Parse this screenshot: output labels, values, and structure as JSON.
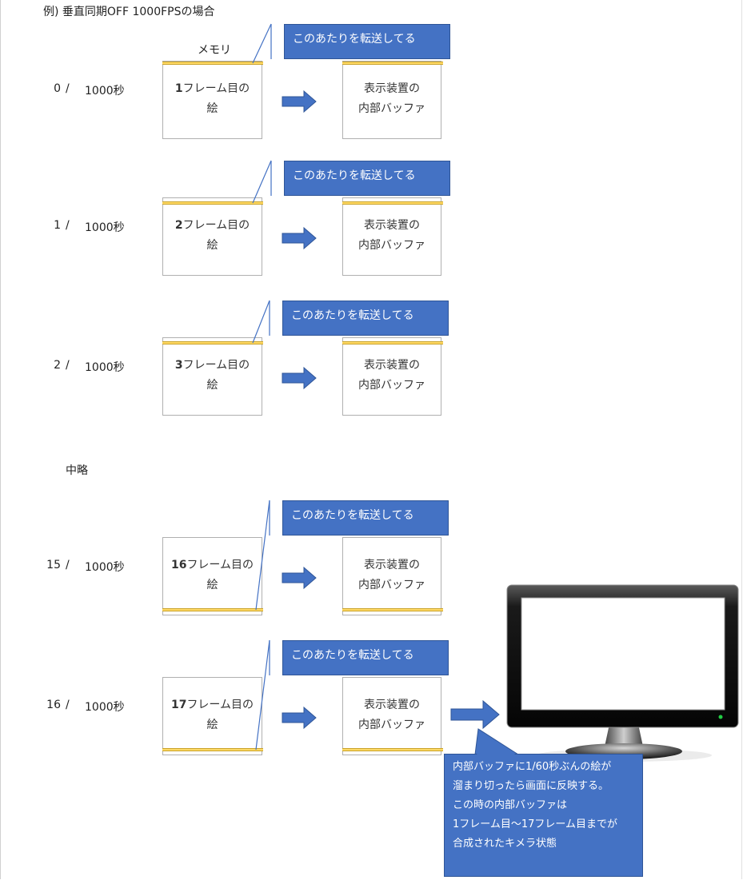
{
  "title": "例) 垂直同期OFF 1000FPSの場合",
  "memory_label": "メモリ",
  "omit_label": "中略",
  "time_slash": "/",
  "time_unit": "1000秒",
  "callout_text": "このあたりを転送してる",
  "buffer_text": {
    "line1": "表示装置の",
    "line2": "内部バッファ"
  },
  "frame_suffix": "フレーム目の",
  "frame_line2": "絵",
  "rows": [
    {
      "time": "0",
      "frame": "1"
    },
    {
      "time": "1",
      "frame": "2"
    },
    {
      "time": "2",
      "frame": "3"
    },
    {
      "time": "15",
      "frame": "16"
    },
    {
      "time": "16",
      "frame": "17"
    }
  ],
  "note": {
    "lines": [
      "内部バッファに1/60秒ぶんの絵が",
      "溜まり切ったら画面に反映する。",
      "この時の内部バッファは",
      "1フレーム目〜17フレーム目までが",
      "合成されたキメラ状態"
    ]
  },
  "colors": {
    "callout": "#4472c4",
    "bar": "#ffd966",
    "arrow": "#4472c4",
    "monitor_led": "#22cc44"
  },
  "icons": {
    "arrow": "right-arrow-icon",
    "monitor": "monitor-icon"
  }
}
